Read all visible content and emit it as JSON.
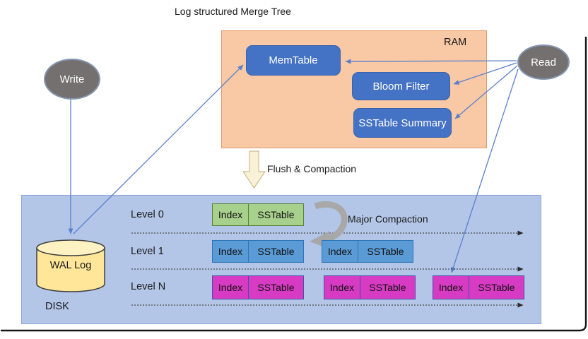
{
  "title": "Log structured Merge Tree",
  "ram": {
    "label": "RAM",
    "memtable": "MemTable",
    "bloom_filter": "Bloom Filter",
    "sstable_summary": "SSTable Summary"
  },
  "actors": {
    "write": "Write",
    "read": "Read"
  },
  "flush_label": "Flush & Compaction",
  "major_compaction_label": "Major Compaction",
  "disk": {
    "label": "DISK",
    "wal": "WAL Log",
    "levels": [
      {
        "label": "Level 0",
        "boxes": [
          {
            "index": "Index",
            "sstable": "SSTable"
          }
        ]
      },
      {
        "label": "Level 1",
        "boxes": [
          {
            "index": "Index",
            "sstable": "SSTable"
          },
          {
            "index": "Index",
            "sstable": "SSTable"
          }
        ]
      },
      {
        "label": "Level N",
        "boxes": [
          {
            "index": "Index",
            "sstable": "SSTable"
          },
          {
            "index": "Index",
            "sstable": "SSTable"
          },
          {
            "index": "Index",
            "sstable": "SSTable"
          }
        ]
      }
    ]
  },
  "colors": {
    "ram_fill": "#f8c9a4",
    "ram_border": "#e39b6c",
    "node_blue": "#4472c4",
    "disk_fill": "#b3c6e7",
    "level0_green": "#a8d08d",
    "level1_blue": "#5b9bd5",
    "levelN_magenta": "#d83bc3",
    "wal_yellow": "#ffe699",
    "actor_gray": "#757070",
    "connector_blue": "#5b7fce",
    "compaction_gray": "#a8a8a8"
  }
}
